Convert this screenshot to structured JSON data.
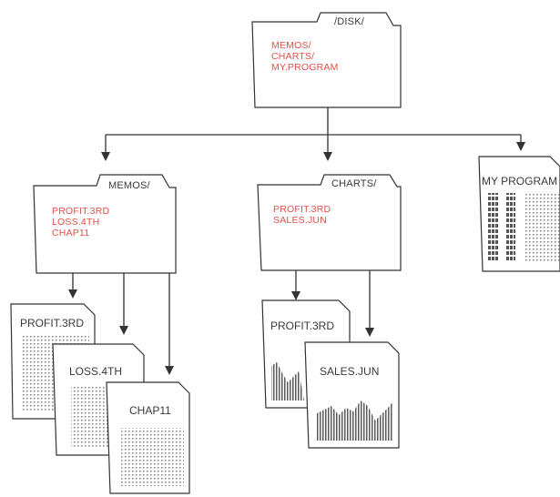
{
  "folders": {
    "disk": {
      "name": "/DISK/",
      "entries": [
        "MEMOS/",
        "CHARTS/",
        "MY.PROGRAM"
      ]
    },
    "memos": {
      "name": "MEMOS/",
      "entries": [
        "PROFIT.3RD",
        "LOSS.4TH",
        "CHAP11"
      ]
    },
    "charts": {
      "name": "CHARTS/",
      "entries": [
        "PROFIT.3RD",
        "SALES.JUN"
      ]
    }
  },
  "program": {
    "name": "MY PROGRAM"
  },
  "documents": {
    "memos": [
      "PROFIT.3RD",
      "LOSS.4TH",
      "CHAP11"
    ],
    "charts": [
      "PROFIT.3RD",
      "SALES.JUN"
    ]
  },
  "colors": {
    "entry_text": "#e0504a",
    "outline": "#333333",
    "label_text": "#3a3a3a"
  }
}
